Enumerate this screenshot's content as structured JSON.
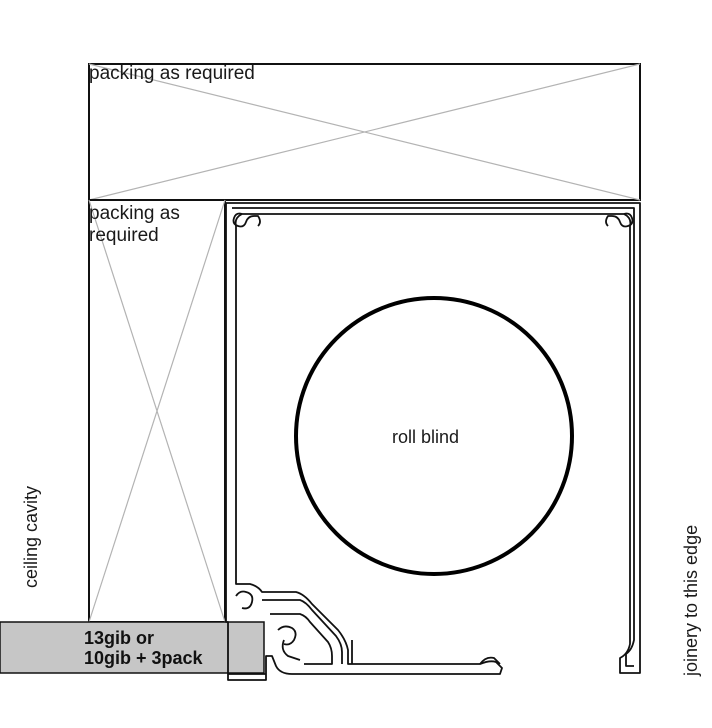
{
  "labels": {
    "top_packing": "packing as required",
    "side_packing": "packing as\nrequired",
    "roll_blind": "roll blind",
    "ceiling_cavity": "ceiling cavity",
    "joinery_edge": "joinery to this edge",
    "gib": "13gib or\n10gib + 3pack"
  },
  "colors": {
    "outline": "#111111",
    "cross_lines": "#b3b3b3",
    "gib_fill": "#c6c6c6",
    "background": "#ffffff"
  }
}
